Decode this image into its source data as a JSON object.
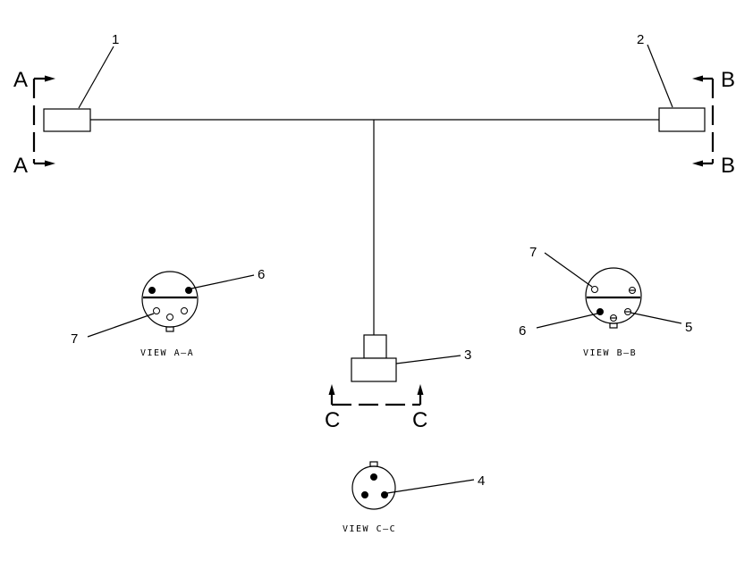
{
  "section_marks": {
    "a": "A",
    "b": "B",
    "c": "C"
  },
  "callouts": {
    "c1": "1",
    "c2": "2",
    "c3": "3",
    "c4": "4",
    "c5": "5",
    "c6": "6",
    "c7": "7"
  },
  "views": {
    "a": "VIEW A–A",
    "b": "VIEW B–B",
    "c": "VIEW C–C"
  }
}
